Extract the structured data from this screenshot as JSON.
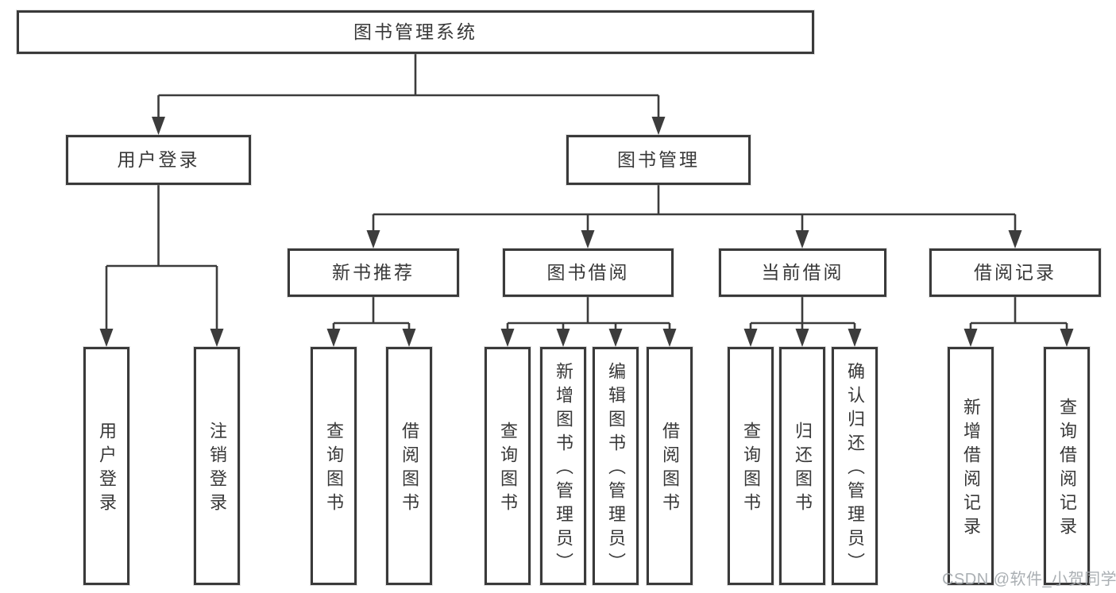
{
  "diagram": {
    "root": "图书管理系统",
    "level1": {
      "user_login": "用户登录",
      "book_mgmt": "图书管理"
    },
    "level2": {
      "new_rec": "新书推荐",
      "borrow": "图书借阅",
      "current": "当前借阅",
      "records": "借阅记录"
    },
    "leaves": {
      "user_login": "用户登录",
      "logout": "注销登录",
      "rec_query_books": "查询图书",
      "rec_borrow_books": "借阅图书",
      "bor_query_books": "查询图书",
      "bor_add_book_admin": "新增图书（管理员）",
      "bor_edit_book_admin": "编辑图书（管理员）",
      "bor_borrow_books": "借阅图书",
      "cur_query_books": "查询图书",
      "cur_return_book": "归还图书",
      "cur_confirm_return_admin": "确认归还（管理员）",
      "log_add_record": "新增借阅记录",
      "log_query_record": "查询借阅记录"
    }
  },
  "watermark": "CSDN @软件_小贺同学",
  "colors": {
    "line": "#3c3c3c",
    "border": "#3a3a3a",
    "text": "#383838",
    "watermark": "#a6abaf",
    "background": "#ffffff"
  }
}
